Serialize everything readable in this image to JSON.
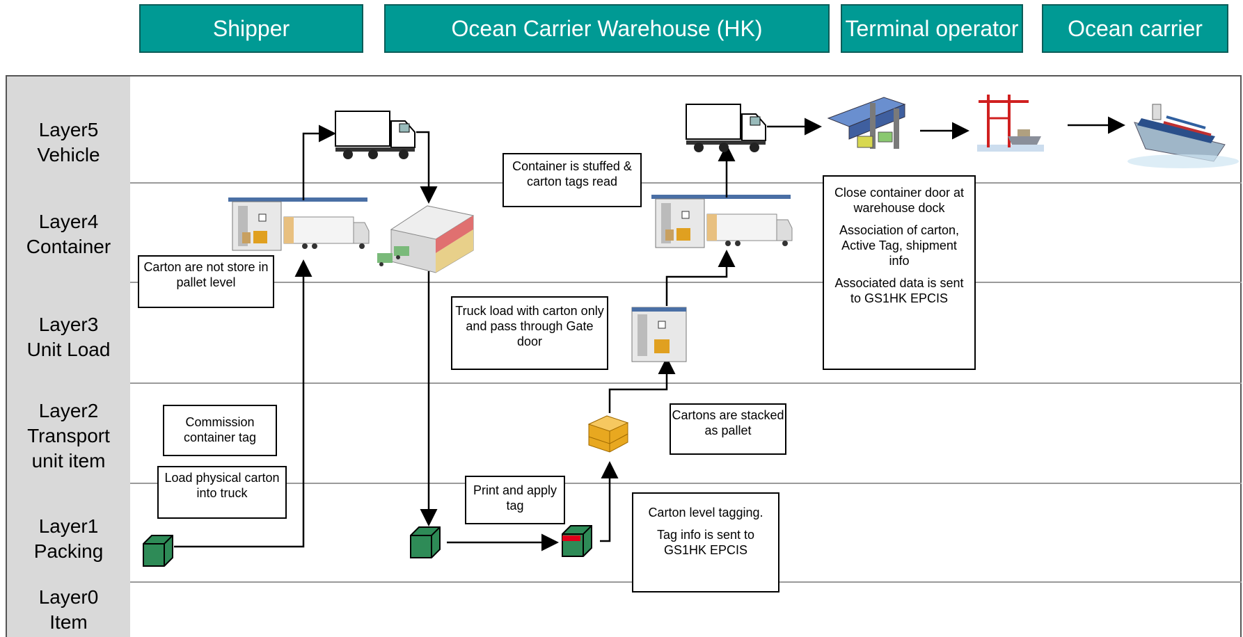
{
  "headers": {
    "shipper": "Shipper",
    "warehouse": "Ocean Carrier Warehouse (HK)",
    "terminal": "Terminal operator",
    "carrier": "Ocean carrier"
  },
  "layers": {
    "layer5": {
      "name": "Layer5",
      "sub": "Vehicle"
    },
    "layer4": {
      "name": "Layer4",
      "sub": "Container"
    },
    "layer3": {
      "name": "Layer3",
      "sub": "Unit Load"
    },
    "layer2": {
      "name": "Layer2",
      "sub1": "Transport",
      "sub2": "unit item"
    },
    "layer1": {
      "name": "Layer1",
      "sub": "Packing"
    },
    "layer0": {
      "name": "Layer0",
      "sub": "Item"
    }
  },
  "notes": {
    "container_stuffed": "Container is stuffed & carton tags read",
    "carton_not_stored": "Carton are not store in pallet level",
    "truck_load": "Truck load with carton only and pass through Gate door",
    "commission_tag": "Commission container tag",
    "load_physical": "Load physical carton into truck",
    "print_apply": "Print and apply tag",
    "cartons_stacked": "Cartons are stacked as pallet",
    "carton_tagging": {
      "line1": "Carton level tagging.",
      "line2": "Tag info is sent to GS1HK EPCIS"
    },
    "close_container": {
      "line1": "Close container door at warehouse dock",
      "line2": "Association of carton, Active Tag, shipment info",
      "line3": "Associated data is sent to GS1HK EPCIS"
    }
  },
  "colors": {
    "header_fill": "#009a94",
    "label_column": "#d9d9d9",
    "carton_green": "#2e8b57",
    "tag_red": "#e0001a"
  }
}
